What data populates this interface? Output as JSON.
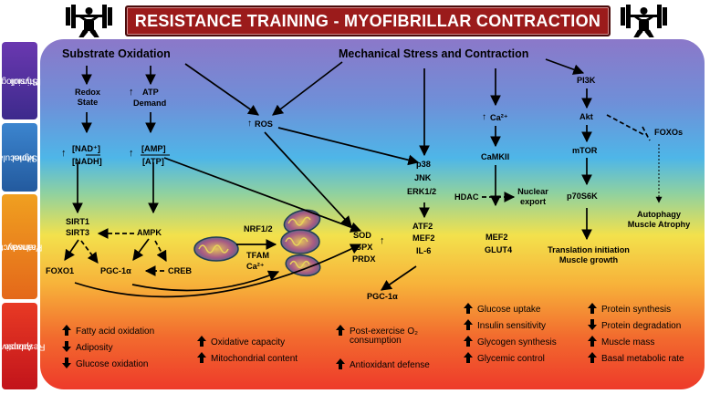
{
  "title": "RESISTANCE TRAINING - MYOFIBRILLAR CONTRACTION",
  "side_labels": {
    "stimuli": [
      "Physiological",
      "Stimuli"
    ],
    "signal": [
      "Molecular",
      "Signal"
    ],
    "transduction": [
      "Transduction",
      "Pathway"
    ],
    "response": [
      "Adaptive",
      "Response"
    ]
  },
  "colors": {
    "title_bg": "#9b1b1b",
    "stimuli_tab": "#5a2fa3",
    "signal_tab": "#2f6db8",
    "transduction_tab": "#e07a18",
    "response_tab": "#d21e1e",
    "panel_top": "#8e7bc9",
    "panel_bottom": "#f03a2a"
  },
  "stimuli": {
    "substrate": "Substrate Oxidation",
    "mechanical": "Mechanical Stress and Contraction"
  },
  "nodes": {
    "redox": [
      "Redox",
      "State"
    ],
    "atp_up": "ATP",
    "atp_demand": "Demand",
    "ros": "ROS",
    "nad_top": "[NAD⁺]",
    "nad_bottom": "[NADH]",
    "amp_top": "[AMP]",
    "amp_bottom": "[ATP]",
    "sirt1": "SIRT1",
    "sirt3": "SIRT3",
    "ampk": "AMPK",
    "foxo1": "FOXO1",
    "pgc": "PGC-1α",
    "creb": "CREB",
    "nrf": "NRF1/2",
    "tfam": "TFAM",
    "ca_mito": "Ca²⁺",
    "sod": "SOD",
    "gpx": "GPX",
    "prdx": "PRDX",
    "p38": "p38",
    "jnk": "JNK",
    "erk": "ERK1/2",
    "atf2": "ATF2",
    "mef2_a": "MEF2",
    "il6": "IL-6",
    "pgc_b": "PGC-1α",
    "ca": "Ca²⁺",
    "camkii": "CaMKII",
    "hdac": "HDAC",
    "nuclear": [
      "Nuclear",
      "export"
    ],
    "mef2_b": "MEF2",
    "glut4": "GLUT4",
    "pi3k": "PI3K",
    "akt": "Akt",
    "foxos": "FOXOs",
    "mtor": "mTOR",
    "p70": "p70S6K",
    "autophagy": [
      "Autophagy",
      "Muscle Atrophy"
    ],
    "translation": [
      "Translation  initiation",
      "Muscle growth"
    ]
  },
  "responses": {
    "col1": [
      {
        "text": "Fatty acid oxidation",
        "dir": "up"
      },
      {
        "text": "Adiposity",
        "dir": "down"
      },
      {
        "text": "Glucose oxidation",
        "dir": "down"
      }
    ],
    "col2": [
      {
        "text": "Oxidative capacity",
        "dir": "up"
      },
      {
        "text": "Mitochondrial content",
        "dir": "up"
      }
    ],
    "col3": [
      {
        "text": "Post-exercise O₂",
        "dir": "up"
      },
      {
        "text": "consumption",
        "dir": "none"
      },
      {
        "text": "Antioxidant defense",
        "dir": "up"
      }
    ],
    "col4": [
      {
        "text": "Glucose uptake",
        "dir": "up"
      },
      {
        "text": "Insulin sensitivity",
        "dir": "up"
      },
      {
        "text": "Glycogen synthesis",
        "dir": "up"
      },
      {
        "text": "Glycemic control",
        "dir": "up"
      }
    ],
    "col5": [
      {
        "text": "Protein synthesis",
        "dir": "up"
      },
      {
        "text": "Protein degradation",
        "dir": "down"
      },
      {
        "text": "Muscle mass",
        "dir": "up"
      },
      {
        "text": "Basal metabolic rate",
        "dir": "up"
      }
    ]
  },
  "icons": {
    "left": "weightlifter-icon",
    "right": "weightlifter-icon",
    "mito": "mitochondria-icon"
  }
}
